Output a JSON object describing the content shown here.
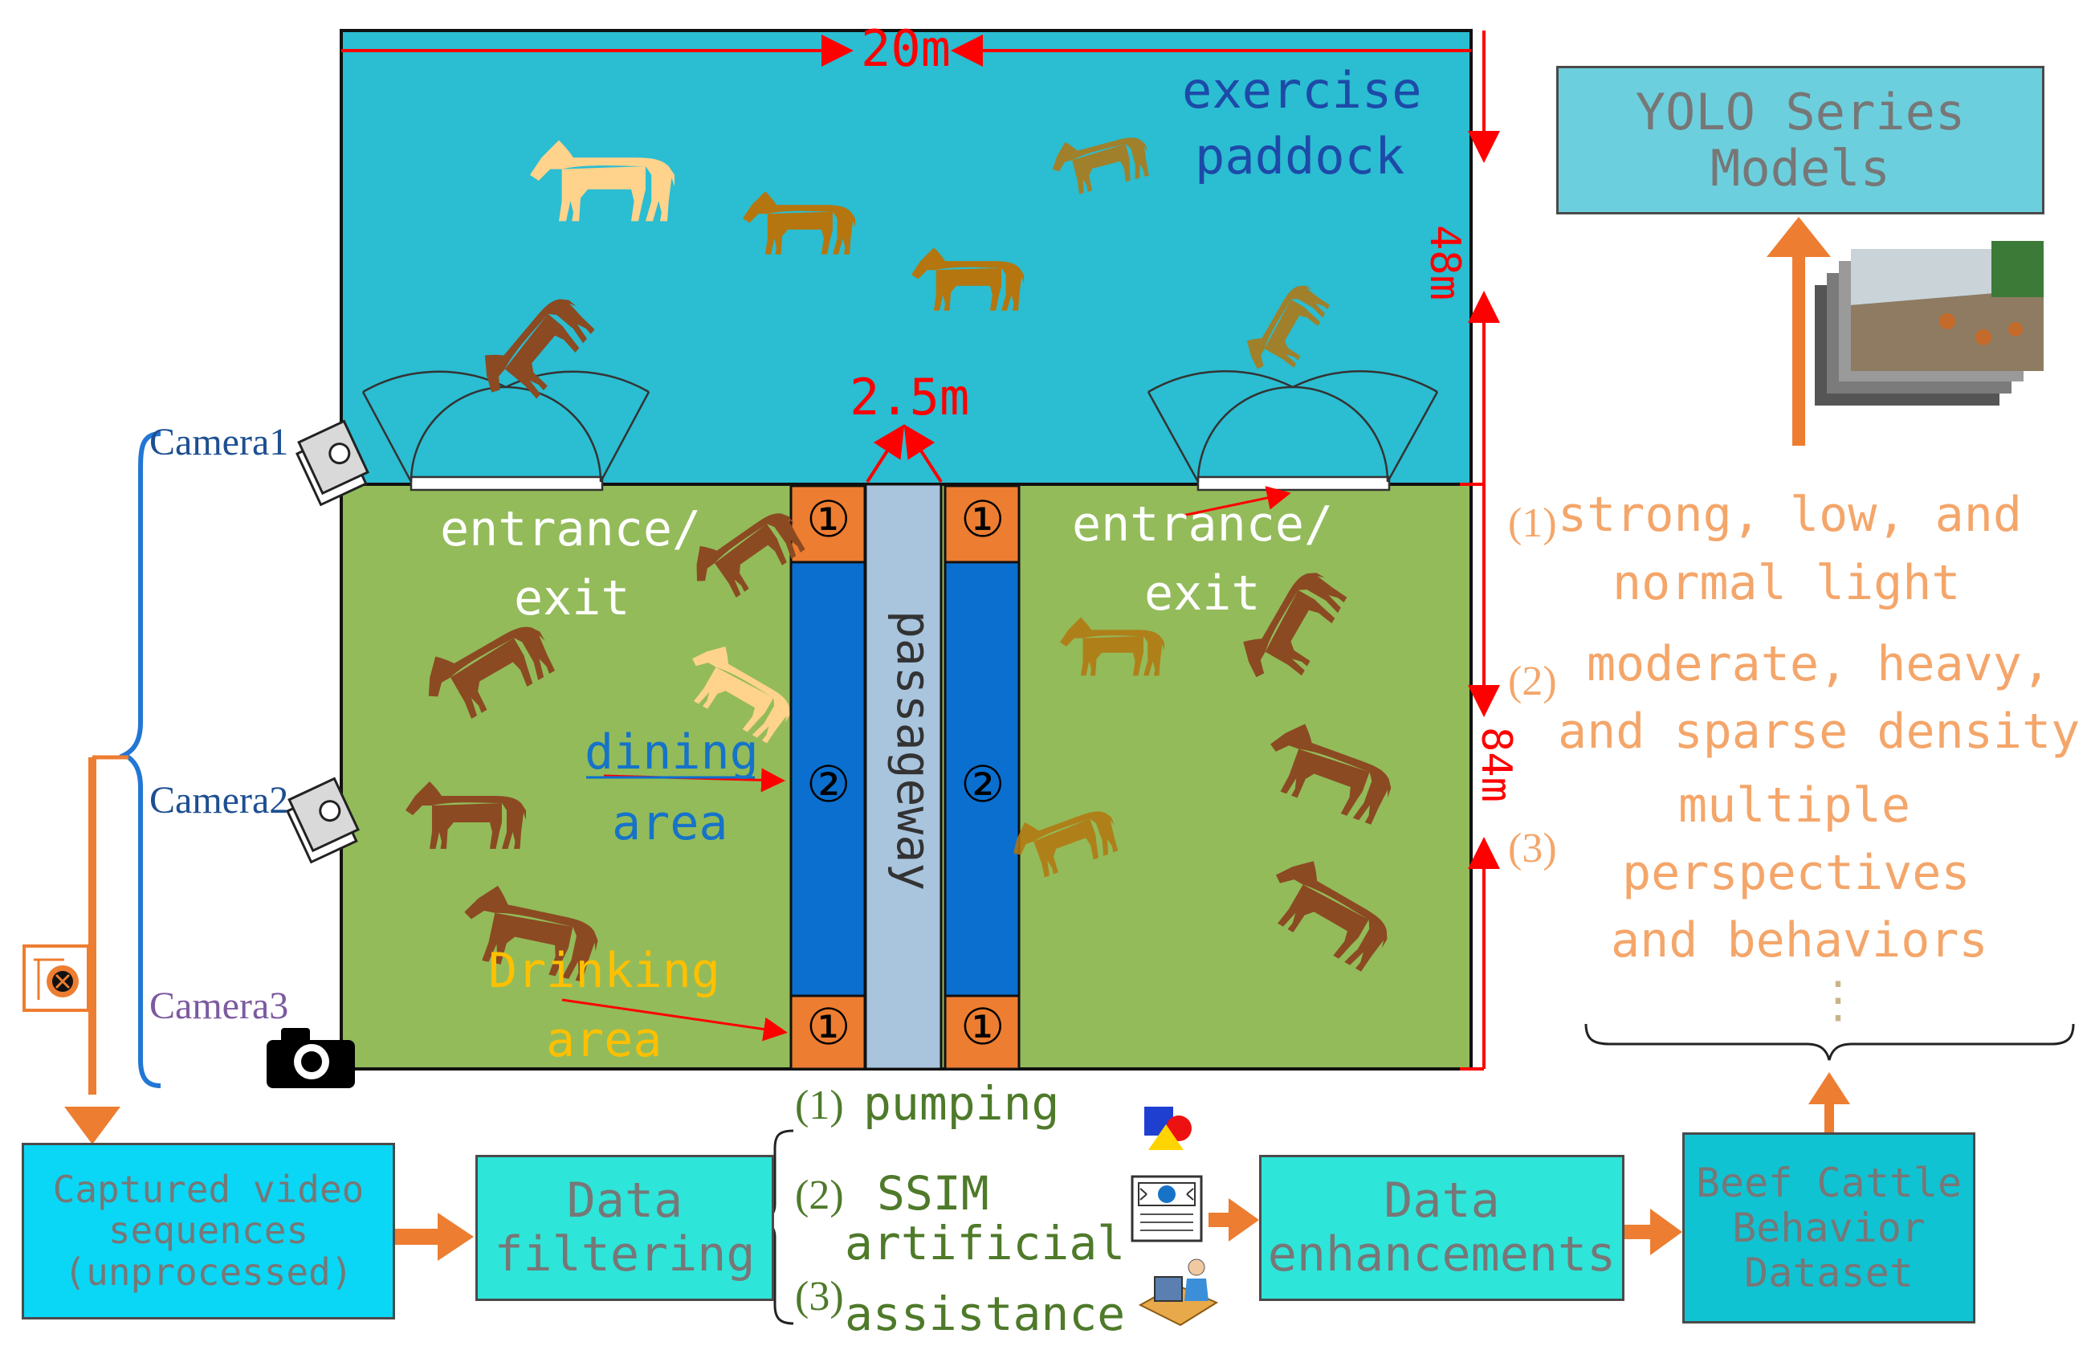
{
  "layout": {
    "top_width": "20m",
    "top_height": "48m",
    "bottom_height": "84m",
    "passage_width": "2.5m",
    "exercise_line1": "exercise",
    "exercise_line2": "paddock",
    "entrance_line1": "entrance/",
    "entrance_line2": "exit",
    "dining_line1": "dining",
    "dining_line2": "area",
    "drinking_line1": "Drinking",
    "drinking_line2": "area",
    "passageway": "passageway",
    "marker1": "①",
    "marker2": "②"
  },
  "cameras": [
    "Camera1",
    "Camera2",
    "Camera3"
  ],
  "pipeline": {
    "captured": [
      "Captured video",
      "sequences",
      "(unprocessed)"
    ],
    "filtering": [
      "Data",
      "filtering"
    ],
    "filter_methods": [
      {
        "num": "(1)",
        "text": "pumping"
      },
      {
        "num": "(2)",
        "text": "SSIM"
      },
      {
        "num": "",
        "text": "artificial"
      },
      {
        "num": "(3)",
        "text": "assistance"
      }
    ],
    "enhancements": [
      "Data",
      "enhancements"
    ],
    "dataset": [
      "Beef Cattle",
      "Behavior",
      "Dataset"
    ],
    "models": [
      "YOLO Series",
      "Models"
    ]
  },
  "conditions": [
    {
      "num": "(1)",
      "lines": [
        "strong, low, and",
        "normal light"
      ]
    },
    {
      "num": "(2)",
      "lines": [
        "moderate, heavy,",
        "and sparse density"
      ]
    },
    {
      "num": "(3)",
      "lines": [
        "multiple",
        "perspectives",
        "and behaviors"
      ]
    }
  ],
  "conditions_more": "⋮",
  "colors": {
    "paddock": "#2bbdd1",
    "pen": "#93bb5a",
    "feed_blue": "#0a6fcf",
    "orange": "#ed7d31",
    "passage": "#a9c4dd",
    "red": "#ff0000",
    "cattle_brown": "#8b4a22",
    "cattle_tan": "#b5760f",
    "cattle_light": "#ffd38c"
  },
  "icons": [
    "camera-icon",
    "cattle-icon",
    "document-icon",
    "person-at-computer-icon",
    "shapes-icon",
    "switch-icon"
  ]
}
